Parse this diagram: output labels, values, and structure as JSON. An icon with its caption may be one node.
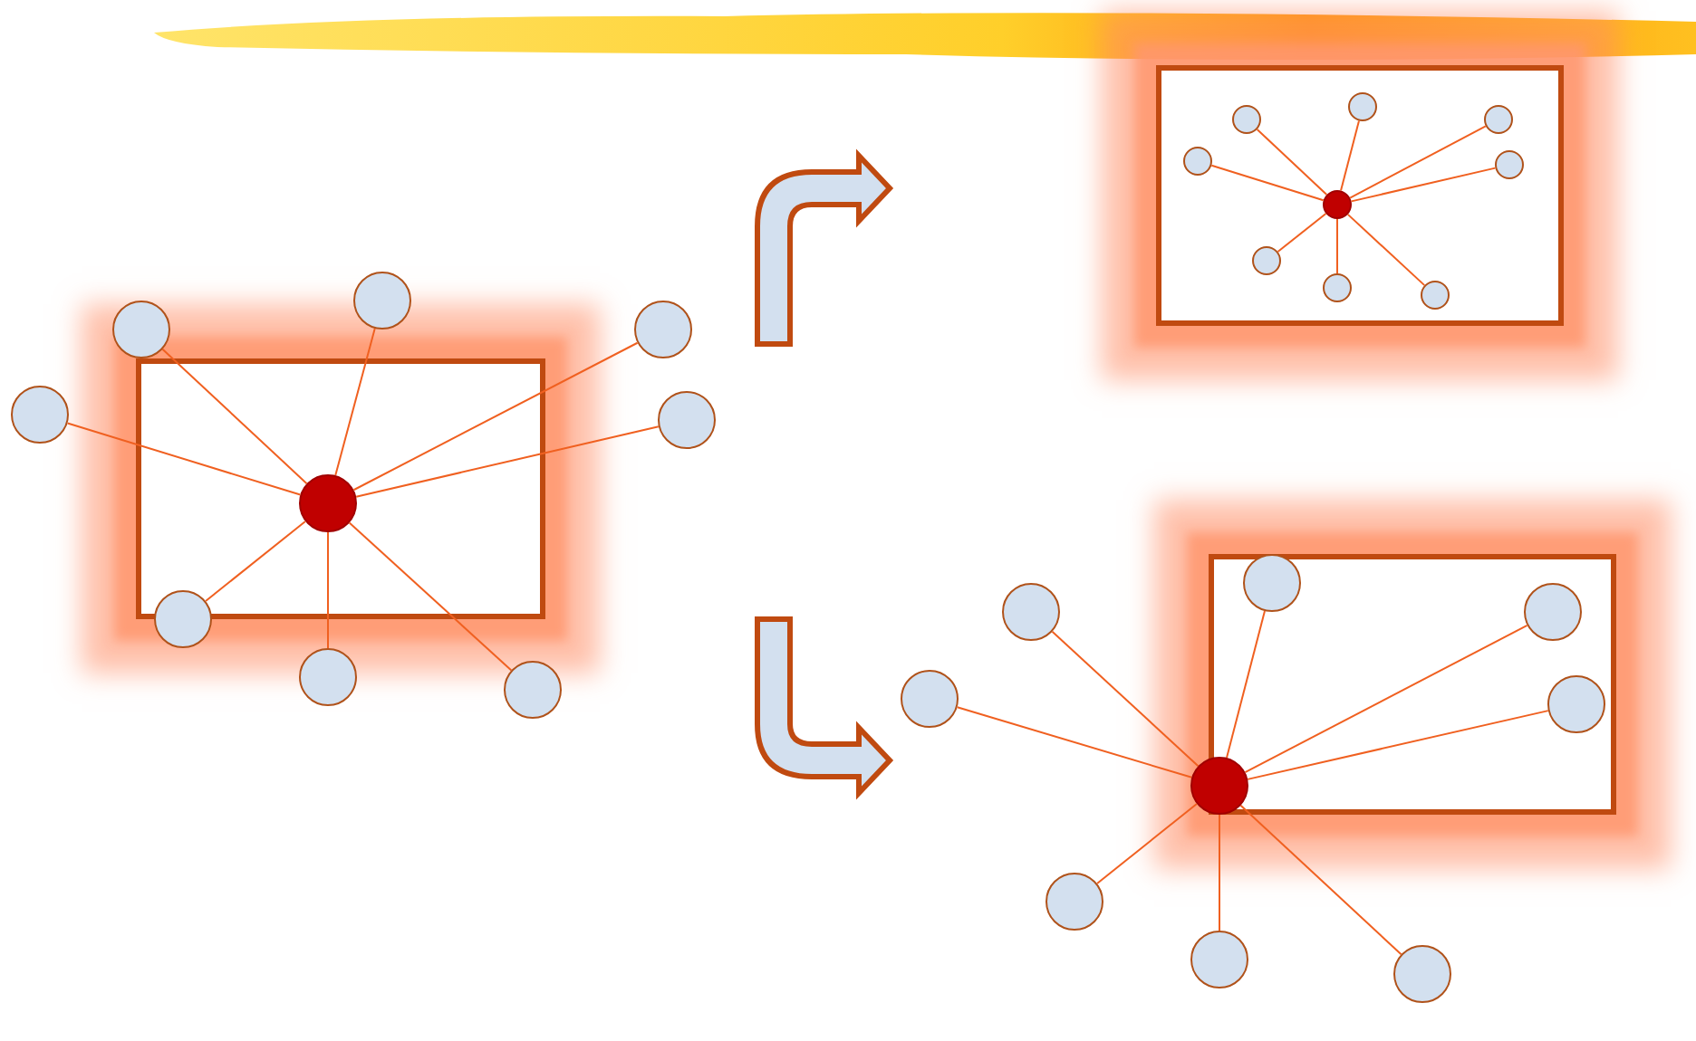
{
  "diagram": {
    "nodes": [
      {
        "text": [],
        "shape": "box"
      },
      {
        "text": [],
        "shape": "circle",
        "in": 0
      },
      {
        "text": [],
        "shape": "circle"
      },
      {
        "text": [],
        "shape": "circle"
      },
      {
        "text": [],
        "shape": "circle"
      },
      {
        "text": [],
        "shape": "circle"
      },
      {
        "text": [],
        "shape": "circle"
      },
      {
        "text": [],
        "shape": "circle"
      },
      {
        "text": [],
        "shape": "circle"
      },
      {
        "text": [],
        "shape": "circle"
      },
      {
        "text": [],
        "shape": "box"
      },
      {
        "text": [],
        "shape": "circle",
        "in": 10
      },
      {
        "text": [],
        "shape": "circle",
        "in": 10
      },
      {
        "text": [],
        "shape": "circle",
        "in": 10
      },
      {
        "text": [],
        "shape": "circle",
        "in": 10
      },
      {
        "text": [],
        "shape": "circle",
        "in": 10
      },
      {
        "text": [],
        "shape": "circle",
        "in": 10
      },
      {
        "text": [],
        "shape": "circle",
        "in": 10
      },
      {
        "text": [],
        "shape": "circle",
        "in": 10
      },
      {
        "text": [],
        "shape": "circle",
        "in": 10
      },
      {
        "text": [],
        "shape": "box"
      },
      {
        "text": [],
        "shape": "circle"
      },
      {
        "text": [],
        "shape": "circle",
        "in": 20
      },
      {
        "text": [],
        "shape": "circle"
      },
      {
        "text": [],
        "shape": "circle",
        "in": 20
      },
      {
        "text": [],
        "shape": "circle"
      },
      {
        "text": [],
        "shape": "circle",
        "in": 20
      },
      {
        "text": [],
        "shape": "circle"
      },
      {
        "text": [],
        "shape": "circle"
      },
      {
        "text": [],
        "shape": "circle"
      },
      {
        "text": [],
        "shape": "bar"
      }
    ],
    "edges": [
      {
        "from": 1,
        "to": 2,
        "arrow": "none"
      },
      {
        "from": 1,
        "to": 3,
        "arrow": "none"
      },
      {
        "from": 1,
        "to": 4,
        "arrow": "none"
      },
      {
        "from": 1,
        "to": 5,
        "arrow": "none"
      },
      {
        "from": 1,
        "to": 6,
        "arrow": "none"
      },
      {
        "from": 1,
        "to": 7,
        "arrow": "none"
      },
      {
        "from": 1,
        "to": 8,
        "arrow": "none"
      },
      {
        "from": 1,
        "to": 9,
        "arrow": "none"
      },
      {
        "from": 11,
        "to": 12,
        "arrow": "none"
      },
      {
        "from": 11,
        "to": 13,
        "arrow": "none"
      },
      {
        "from": 11,
        "to": 14,
        "arrow": "none"
      },
      {
        "from": 11,
        "to": 15,
        "arrow": "none"
      },
      {
        "from": 11,
        "to": 16,
        "arrow": "none"
      },
      {
        "from": 11,
        "to": 17,
        "arrow": "none"
      },
      {
        "from": 11,
        "to": 18,
        "arrow": "none"
      },
      {
        "from": 11,
        "to": 19,
        "arrow": "none"
      },
      {
        "from": 21,
        "to": 22,
        "arrow": "none"
      },
      {
        "from": 21,
        "to": 23,
        "arrow": "none"
      },
      {
        "from": 21,
        "to": 24,
        "arrow": "none"
      },
      {
        "from": 21,
        "to": 25,
        "arrow": "none"
      },
      {
        "from": 21,
        "to": 26,
        "arrow": "none"
      },
      {
        "from": 21,
        "to": 27,
        "arrow": "none"
      },
      {
        "from": 21,
        "to": 28,
        "arrow": "none"
      },
      {
        "from": 21,
        "to": 29,
        "arrow": "none"
      }
    ]
  }
}
